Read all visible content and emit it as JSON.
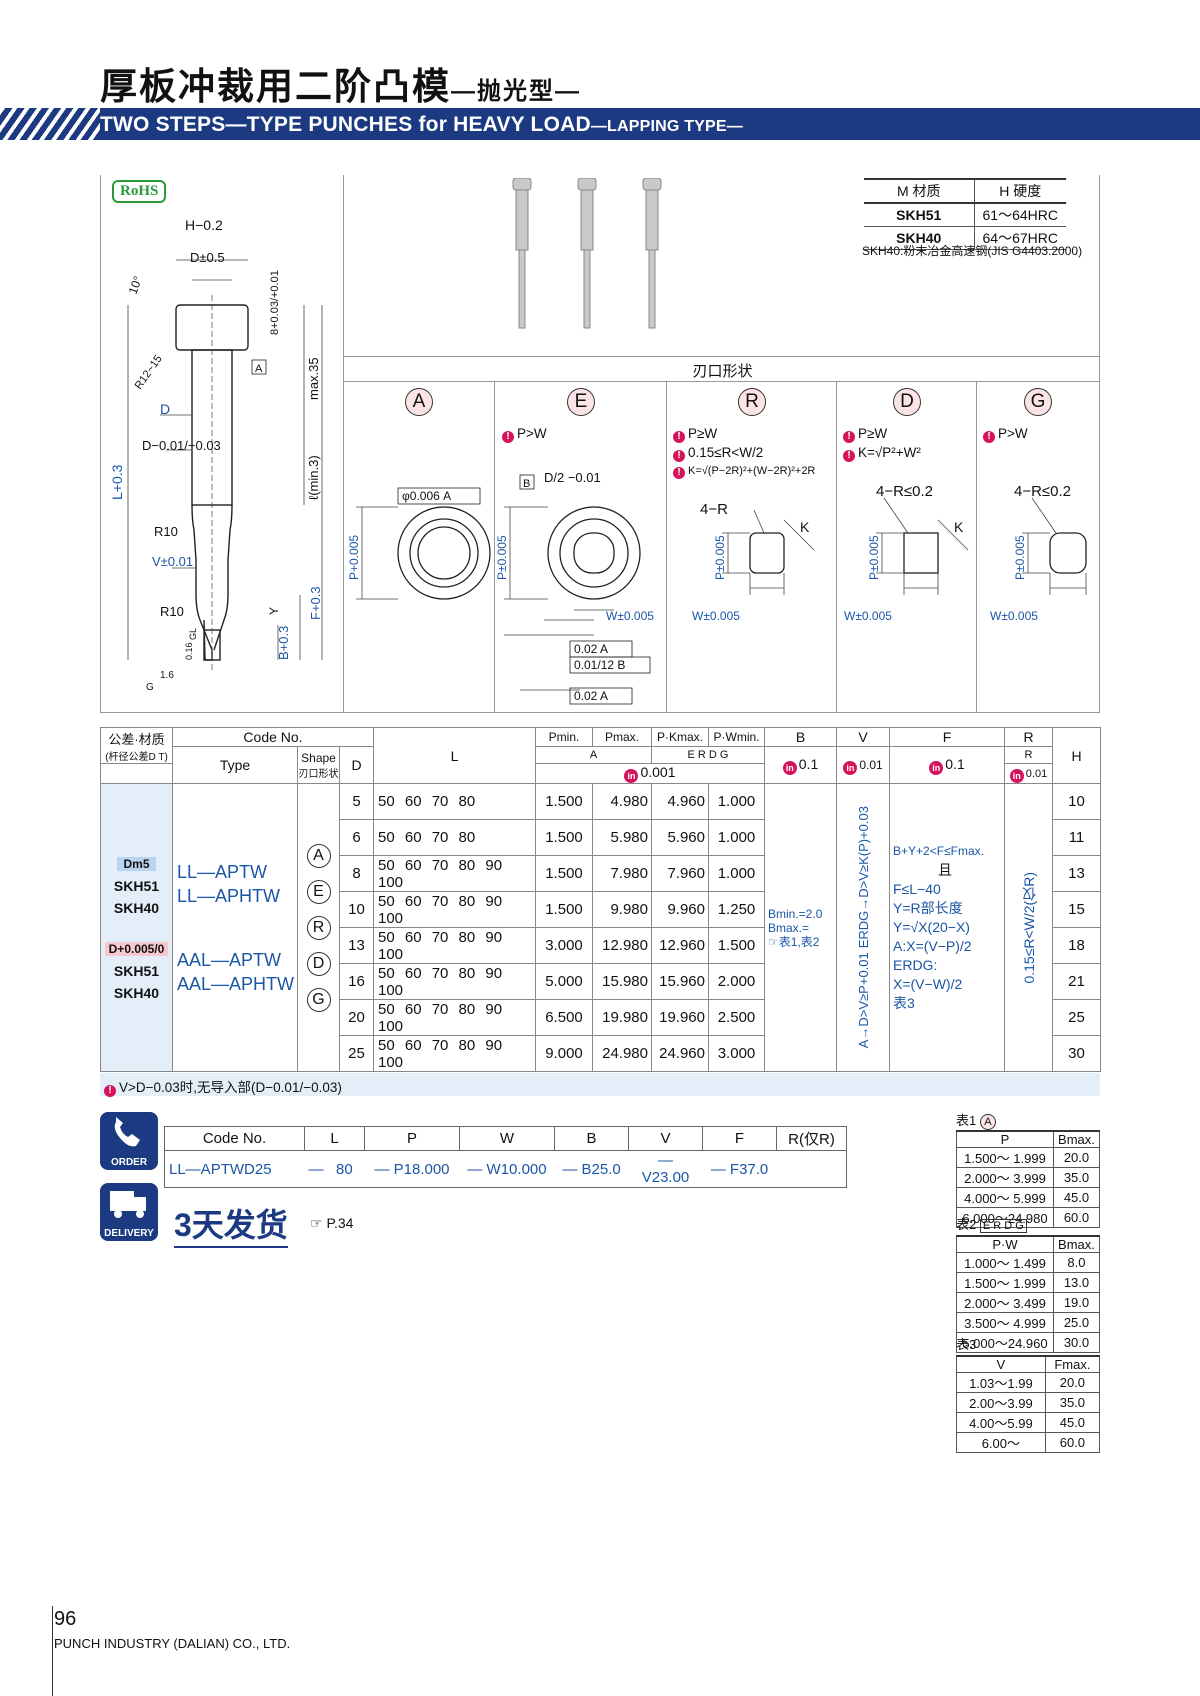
{
  "title": {
    "cn": "厚板冲裁用二阶凸模",
    "cn_sub": "—抛光型—",
    "en": "TWO STEPS—TYPE PUNCHES for HEAVY LOAD",
    "en_sub": "—LAPPING TYPE—"
  },
  "rohs": "RoHS",
  "material_table": {
    "col1": "M 材质",
    "col2": "H 硬度",
    "rows": [
      [
        "SKH51",
        "61～64HRC"
      ],
      [
        "SKH40",
        "64～67HRC"
      ]
    ],
    "note": "SKH40:粉末冶金高速钢(JIS G4403.2000)"
  },
  "drawing_labels": {
    "h_dim": "H−0.2",
    "d_dim": "D±0.5",
    "angle": "10°",
    "r12": "R12~15",
    "head": "8+0.03/+0.01",
    "a_ref": "A",
    "max35": "max.35",
    "dt": "D",
    "d_tol": "D−0.01/−0.03",
    "l_min": "ℓ(min.3)",
    "l_tol": "L+0.3",
    "r10a": "R10",
    "v_tol": "V±0.01",
    "r10b": "R10",
    "y": "Y",
    "f_tol": "F+0.3",
    "b_tol": "B+0.3",
    "gl": "GL",
    "g016": "0.16",
    "g16": "1.6",
    "g": "G"
  },
  "shape_section_title": "刃口形状",
  "shapes": [
    {
      "letter": "A",
      "conds": [],
      "labels": [
        "φ0.006 A",
        "P+0.005"
      ]
    },
    {
      "letter": "E",
      "conds": [
        "P>W"
      ],
      "labels": [
        "D/2 −0.01",
        "B",
        "P±0.005",
        "W±0.005",
        "0.02 A",
        "0.01/12 B",
        "0.02 A"
      ]
    },
    {
      "letter": "R",
      "conds": [
        "P≥W",
        "0.15≤R<W/2",
        "K=√(P−2R)²+(W−2R)²+2R"
      ],
      "labels": [
        "4−R",
        "K",
        "P±0.005",
        "W±0.005"
      ]
    },
    {
      "letter": "D",
      "conds": [
        "P≥W",
        "K=√P²+W²"
      ],
      "labels": [
        "4−R≤0.2",
        "K",
        "P±0.005",
        "W±0.005"
      ]
    },
    {
      "letter": "G",
      "conds": [
        "P>W"
      ],
      "labels": [
        "4−R≤0.2",
        "P±0.005",
        "W±0.005"
      ]
    }
  ],
  "main_table": {
    "h_tol_mat": "公差·材质",
    "h_tol_sub": "(杆径公差D T)",
    "h_code": "Code No.",
    "h_type": "Type",
    "h_shape": "Shape",
    "h_shape2": "刃口形状",
    "h_d": "D",
    "h_l": "L",
    "h_pmin": "Pmin.",
    "h_pmax": "Pmax.",
    "h_pk": "P·Kmax.",
    "h_pw": "P·Wmin.",
    "h_a": "A",
    "h_erdg": "E R D G",
    "h_001": "0.001",
    "h_b": "B",
    "h_v": "V",
    "h_f": "F",
    "h_r": "R",
    "h_rr": "R",
    "h_h": "H",
    "b_tol": "0.1",
    "v_tol": "0.01",
    "f_tol": "0.1",
    "r_tol": "0.01",
    "mat1": {
      "tag": "Dm5",
      "m1": "SKH51",
      "m2": "SKH40",
      "t1": "LL—APTW",
      "t2": "LL—APHTW"
    },
    "mat2": {
      "tag": "D+0.005/0",
      "m1": "SKH51",
      "m2": "SKH40",
      "t1": "AAL—APTW",
      "t2": "AAL—APHTW"
    },
    "shape_letters": [
      "A",
      "E",
      "R",
      "D",
      "G"
    ],
    "rows": [
      {
        "d": "5",
        "l": "50 60 70 80",
        "pmin": "1.500",
        "pmax": "4.980",
        "pk": "4.960",
        "pw": "1.000",
        "h": "10"
      },
      {
        "d": "6",
        "l": "50 60 70 80",
        "pmin": "1.500",
        "pmax": "5.980",
        "pk": "5.960",
        "pw": "1.000",
        "h": "11"
      },
      {
        "d": "8",
        "l": "50 60 70 80 90 100",
        "pmin": "1.500",
        "pmax": "7.980",
        "pk": "7.960",
        "pw": "1.000",
        "h": "13"
      },
      {
        "d": "10",
        "l": "50 60 70 80 90 100",
        "pmin": "1.500",
        "pmax": "9.980",
        "pk": "9.960",
        "pw": "1.250",
        "h": "15"
      },
      {
        "d": "13",
        "l": "50 60 70 80 90 100",
        "pmin": "3.000",
        "pmax": "12.980",
        "pk": "12.960",
        "pw": "1.500",
        "h": "18"
      },
      {
        "d": "16",
        "l": "50 60 70 80 90 100",
        "pmin": "5.000",
        "pmax": "15.980",
        "pk": "15.960",
        "pw": "2.000",
        "h": "21"
      },
      {
        "d": "20",
        "l": "50 60 70 80 90 100",
        "pmin": "6.500",
        "pmax": "19.980",
        "pk": "19.960",
        "pw": "2.500",
        "h": "25"
      },
      {
        "d": "25",
        "l": "50 60 70 80 90 100",
        "pmin": "9.000",
        "pmax": "24.980",
        "pk": "24.960",
        "pw": "3.000",
        "h": "30"
      }
    ],
    "b_note": [
      "Bmin.=2.0",
      "Bmax.=",
      "表1,表2"
    ],
    "v_note": [
      "A→D>V≥P+0.01",
      "ERDG→D>V≥K(P)+0.03"
    ],
    "f_note": [
      "B+Y+2<F≤Fmax.",
      "且",
      "F≤L−40",
      "Y=R部长度",
      "Y=√X(20−X)",
      "A:X=(V−P)/2",
      "ERDG:",
      "X=(V−W)/2",
      "表3"
    ],
    "r_note": "0.15≤R<W/2(仅R)"
  },
  "warn": "V>D−0.03时,无导入部(D−0.01/−0.03)",
  "order": {
    "icon": "ORDER",
    "headers": [
      "Code No.",
      "L",
      "P",
      "W",
      "B",
      "V",
      "F",
      "R(仅R)"
    ],
    "values": [
      "LL—APTWD25",
      "—",
      "80",
      "— P18.000",
      "— W10.000",
      "— B25.0",
      "— V23.00",
      "— F37.0"
    ]
  },
  "delivery": {
    "icon": "DELIVERY",
    "text": "3天发货",
    "ref": "P.34"
  },
  "table1": {
    "label": "表1",
    "shape": "A",
    "h1": "P",
    "h2": "Bmax.",
    "rows": [
      [
        "1.500～ 1.999",
        "20.0"
      ],
      [
        "2.000～ 3.999",
        "35.0"
      ],
      [
        "4.000～ 5.999",
        "45.0"
      ],
      [
        "6.000～24.980",
        "60.0"
      ]
    ]
  },
  "table2": {
    "label": "表2",
    "shape": "E R D G",
    "h1": "P·W",
    "h2": "Bmax.",
    "rows": [
      [
        "1.000～ 1.499",
        "8.0"
      ],
      [
        "1.500～ 1.999",
        "13.0"
      ],
      [
        "2.000～ 3.499",
        "19.0"
      ],
      [
        "3.500～ 4.999",
        "25.0"
      ],
      [
        "5.000～24.960",
        "30.0"
      ]
    ]
  },
  "table3": {
    "label": "表3",
    "h1": "V",
    "h2": "Fmax.",
    "rows": [
      [
        "1.03～1.99",
        "20.0"
      ],
      [
        "2.00～3.99",
        "35.0"
      ],
      [
        "4.00～5.99",
        "45.0"
      ],
      [
        "6.00～",
        "60.0"
      ]
    ]
  },
  "page": {
    "number": "96",
    "company": "PUNCH INDUSTRY (DALIAN) CO., LTD."
  }
}
